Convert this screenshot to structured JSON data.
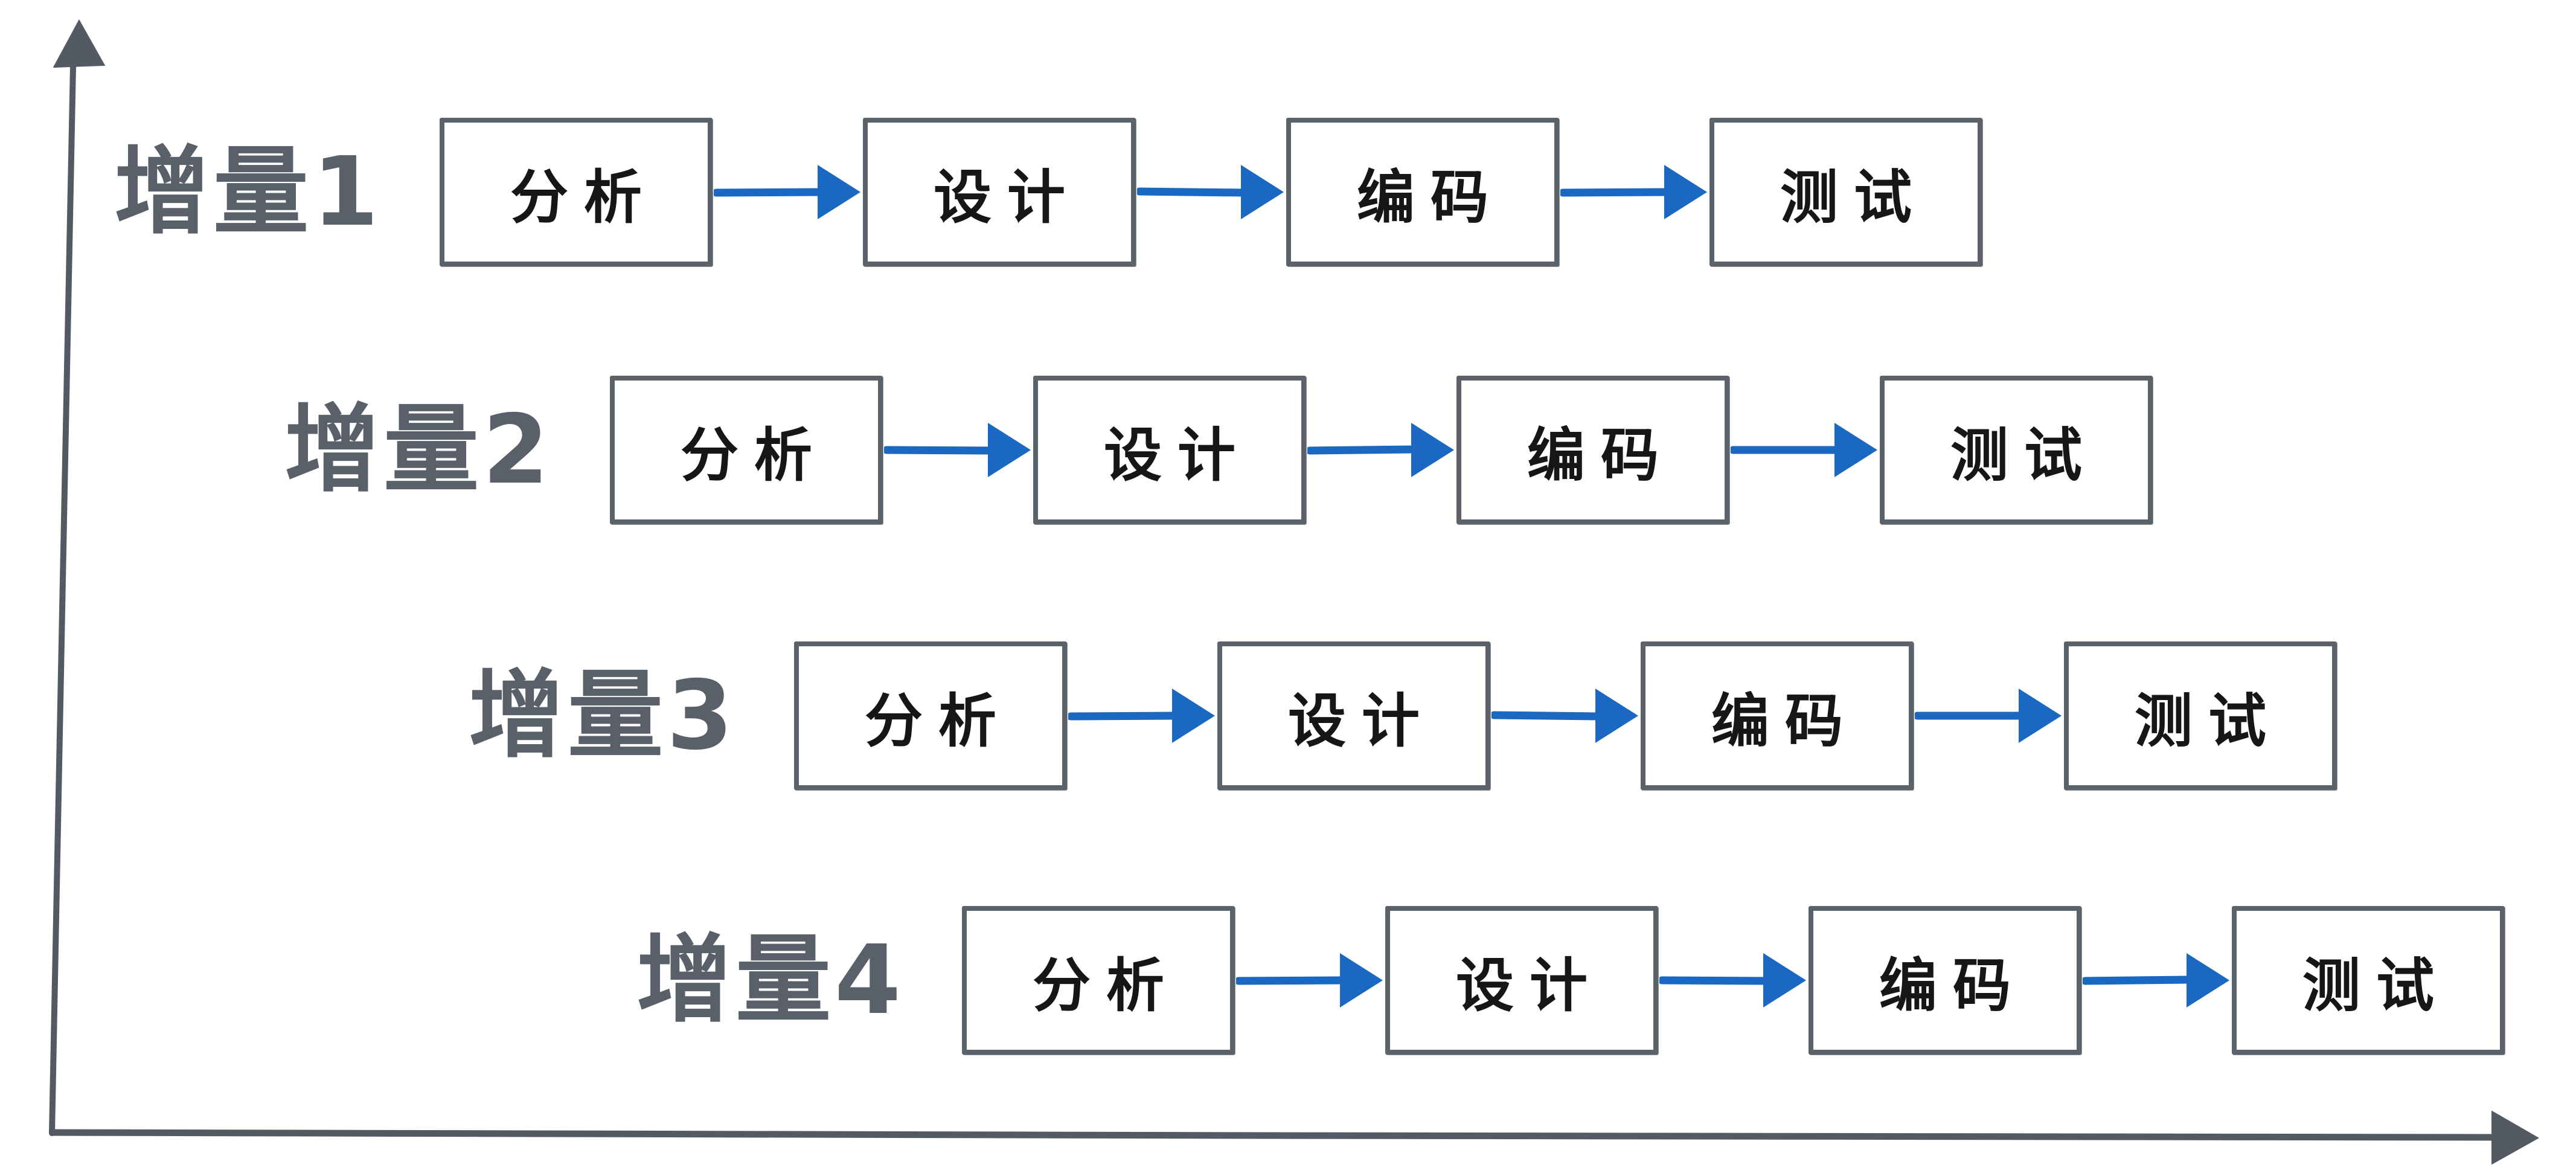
{
  "diagram": {
    "type": "flow",
    "description_visible_text_only": true,
    "colors": {
      "background": "#ffffff",
      "axis": "#545a63",
      "box_border": "#5b626a",
      "box_text": "#161616",
      "row_label": "#596069",
      "arrow": "#1a68c2"
    },
    "axes": {
      "y_axis_icon": "up-arrowhead-icon",
      "x_axis_icon": "right-arrowhead-icon"
    },
    "rows": [
      {
        "label": "增量1",
        "steps": [
          "分析",
          "设计",
          "编码",
          "测试"
        ]
      },
      {
        "label": "增量2",
        "steps": [
          "分析",
          "设计",
          "编码",
          "测试"
        ]
      },
      {
        "label": "增量3",
        "steps": [
          "分析",
          "设计",
          "编码",
          "测试"
        ]
      },
      {
        "label": "增量4",
        "steps": [
          "分析",
          "设计",
          "编码",
          "测试"
        ]
      }
    ]
  }
}
